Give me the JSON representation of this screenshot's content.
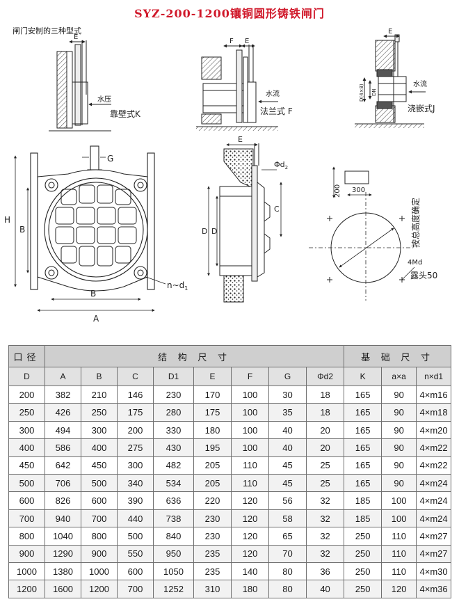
{
  "title": "SYZ-200-1200镶铜圆形铸铁闸门",
  "subtitle": "闸门安制的三种型式",
  "installation_types": [
    {
      "name": "靠壁式K",
      "flow_label": "水压",
      "dim_labels": [
        "E"
      ]
    },
    {
      "name": "法兰式 F",
      "flow_label": "水流",
      "dim_labels": [
        "F",
        "E"
      ]
    },
    {
      "name": "浇嵌式J",
      "flow_label": "水流",
      "dim_labels": [
        "E",
        "D(4×8)",
        "DN"
      ]
    }
  ],
  "front_view_labels": {
    "height": "H",
    "inner": "B",
    "g": "G",
    "a": "A",
    "b": "B",
    "bolts": "n~d",
    "bolts_sub": "1"
  },
  "side_view_labels": {
    "e": "E",
    "phi": "Φd",
    "phi_sub": "2",
    "c": "C",
    "d": "D",
    "d1": "D"
  },
  "foundation_labels": {
    "box_w": "300",
    "box_h": "200",
    "note": "按总高度确定",
    "bolts": "4Md",
    "exposed": "露头50"
  },
  "table": {
    "group_headers": [
      "口径",
      "结 构 尺 寸",
      "基 础 尺 寸"
    ],
    "columns": [
      "D",
      "A",
      "B",
      "C",
      "D1",
      "E",
      "F",
      "G",
      "Φd2",
      "K",
      "a×a",
      "n×d1"
    ],
    "rows": [
      [
        "200",
        "382",
        "210",
        "146",
        "230",
        "170",
        "100",
        "30",
        "18",
        "165",
        "90",
        "4×m16"
      ],
      [
        "250",
        "426",
        "250",
        "175",
        "280",
        "175",
        "100",
        "35",
        "18",
        "165",
        "90",
        "4×m18"
      ],
      [
        "300",
        "494",
        "300",
        "200",
        "330",
        "180",
        "100",
        "40",
        "20",
        "165",
        "90",
        "4×m20"
      ],
      [
        "400",
        "586",
        "400",
        "275",
        "430",
        "195",
        "100",
        "40",
        "20",
        "165",
        "90",
        "4×m22"
      ],
      [
        "450",
        "642",
        "450",
        "300",
        "482",
        "205",
        "110",
        "45",
        "25",
        "165",
        "90",
        "4×m22"
      ],
      [
        "500",
        "706",
        "500",
        "340",
        "534",
        "205",
        "110",
        "45",
        "25",
        "165",
        "90",
        "4×m24"
      ],
      [
        "600",
        "826",
        "600",
        "390",
        "636",
        "220",
        "120",
        "56",
        "32",
        "185",
        "100",
        "4×m24"
      ],
      [
        "700",
        "940",
        "700",
        "440",
        "738",
        "230",
        "120",
        "58",
        "32",
        "185",
        "100",
        "4×m24"
      ],
      [
        "800",
        "1040",
        "800",
        "500",
        "840",
        "230",
        "120",
        "65",
        "32",
        "250",
        "110",
        "4×m27"
      ],
      [
        "900",
        "1290",
        "900",
        "550",
        "950",
        "235",
        "120",
        "70",
        "32",
        "250",
        "110",
        "4×m27"
      ],
      [
        "1000",
        "1380",
        "1000",
        "600",
        "1050",
        "235",
        "140",
        "80",
        "36",
        "250",
        "110",
        "4×m30"
      ],
      [
        "1200",
        "1600",
        "1200",
        "700",
        "1252",
        "310",
        "180",
        "80",
        "40",
        "250",
        "120",
        "4×m36"
      ]
    ]
  }
}
